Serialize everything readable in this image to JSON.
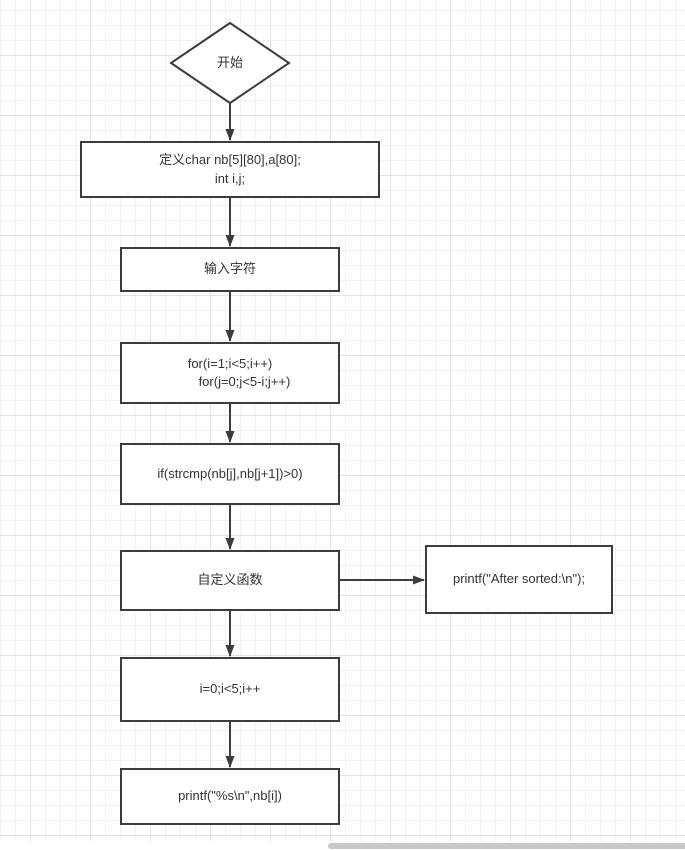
{
  "colors": {
    "canvas_background": "#ffffff",
    "grid_minor": "#f2f2f4",
    "grid_major": "#e3e3e7",
    "shape_stroke": "#3c3c3c",
    "shape_fill": "#ffffff",
    "text_color": "#333333",
    "scrollbar_thumb": "#c8c8c8"
  },
  "flowchart": {
    "nodes": [
      {
        "id": "start",
        "shape": "diamond",
        "label": "开始"
      },
      {
        "id": "declare",
        "shape": "rect",
        "text": "定义char nb[5][80],a[80];\nint i,j;"
      },
      {
        "id": "input",
        "shape": "rect",
        "label": "输入字符"
      },
      {
        "id": "outer-loop",
        "shape": "rect",
        "text": "for(i=1;i<5;i++)\n        for(j=0;j<5-i;j++)"
      },
      {
        "id": "compare",
        "shape": "rect",
        "label": "if(strcmp(nb[j],nb[j+1])>0)"
      },
      {
        "id": "custom-function",
        "shape": "rect",
        "label": "自定义函数"
      },
      {
        "id": "print-header",
        "shape": "rect",
        "label": "printf(\"After sorted:\\n\");"
      },
      {
        "id": "output-loop",
        "shape": "rect",
        "label": "i=0;i<5;i++"
      },
      {
        "id": "print-item",
        "shape": "rect",
        "label": "printf(\"%s\\n\",nb[i])"
      }
    ],
    "connectors": [
      {
        "from": "start",
        "to": "declare"
      },
      {
        "from": "declare",
        "to": "input"
      },
      {
        "from": "input",
        "to": "outer-loop"
      },
      {
        "from": "outer-loop",
        "to": "compare"
      },
      {
        "from": "compare",
        "to": "custom-function"
      },
      {
        "from": "custom-function",
        "to": "print-header"
      },
      {
        "from": "custom-function",
        "to": "output-loop"
      },
      {
        "from": "output-loop",
        "to": "print-item"
      }
    ]
  }
}
